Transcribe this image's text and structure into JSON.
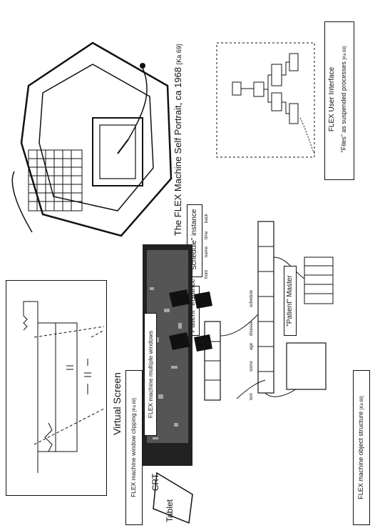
{
  "portrait": {
    "caption": "The FLEX Machine Self Portrait, ca 1968",
    "caption_ref": "[Ka 69]"
  },
  "ui_panel": {
    "title": "FLEX User Interface",
    "subtitle": "\"Files\" as suspended processes",
    "ref": "[Ka 69]"
  },
  "object_panel": {
    "schedule_label": "\"Schedule\" instance",
    "patient_instance": "\"Patient\" Instance",
    "patient_master": "\"Patient\" Master",
    "caption": "FLEX machine object structure",
    "ref": "[Ka 69]",
    "field_words": [
      "front",
      "name",
      "time",
      "back"
    ],
    "slot_words": [
      "text",
      "some",
      "age",
      "disease",
      "schedule"
    ]
  },
  "clipping_panel": {
    "virtual_screen_label": "Virtual   Screen",
    "caption": "FLEX machine window clipping",
    "ref": "[Ka 69]"
  },
  "windows_panel": {
    "label": "FLEX machine multiple windows",
    "crt_label": "CRT",
    "tablet_label": "Tablet"
  }
}
